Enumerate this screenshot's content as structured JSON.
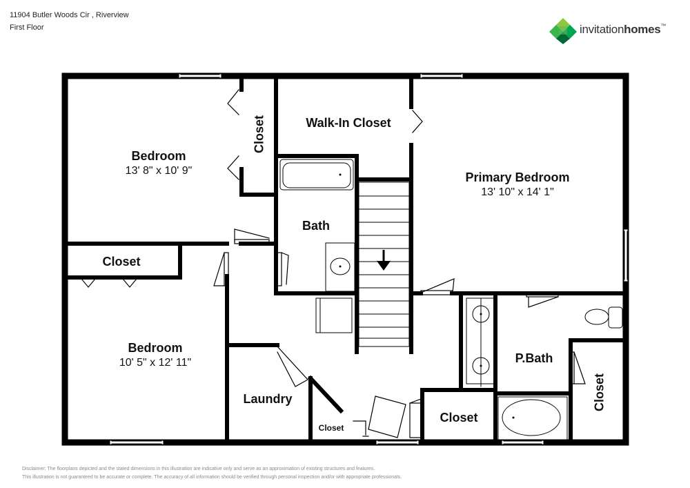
{
  "header": {
    "address": "11904 Butler Woods Cir , Riverview",
    "floor": "First Floor"
  },
  "logo": {
    "word1": "invitation",
    "word2": "homes",
    "mark": "™",
    "icon": "green-diamond-logo-icon",
    "colors": [
      "#8dc63f",
      "#39b54a",
      "#00a651",
      "#006837"
    ]
  },
  "rooms": {
    "bedroom_top": {
      "name": "Bedroom",
      "dims": "13' 8\" x 10' 9\""
    },
    "closet_top": {
      "name": "Closet"
    },
    "walk_in_closet": {
      "name": "Walk-In Closet"
    },
    "primary_bedroom": {
      "name": "Primary Bedroom",
      "dims": "13' 10\" x 14' 1\""
    },
    "bath": {
      "name": "Bath"
    },
    "closet_mid": {
      "name": "Closet"
    },
    "bedroom_bottom": {
      "name": "Bedroom",
      "dims": "10' 5\" x 12' 11\""
    },
    "laundry": {
      "name": "Laundry"
    },
    "closet_small": {
      "name": "Closet"
    },
    "closet_bottom": {
      "name": "Closet"
    },
    "pbath": {
      "name": "P.Bath"
    },
    "closet_right": {
      "name": "Closet"
    }
  },
  "disclaimer": {
    "line1": "Disclaimer: The floorplans depicted and the stated dimensions in this illustration are indicative only and serve as an approximation of existing structures and features.",
    "line2": "This illustration is not guaranteed to be accurate or complete. The accuracy of all information should be verified through personal inspection and/or with appropriate professionals."
  }
}
